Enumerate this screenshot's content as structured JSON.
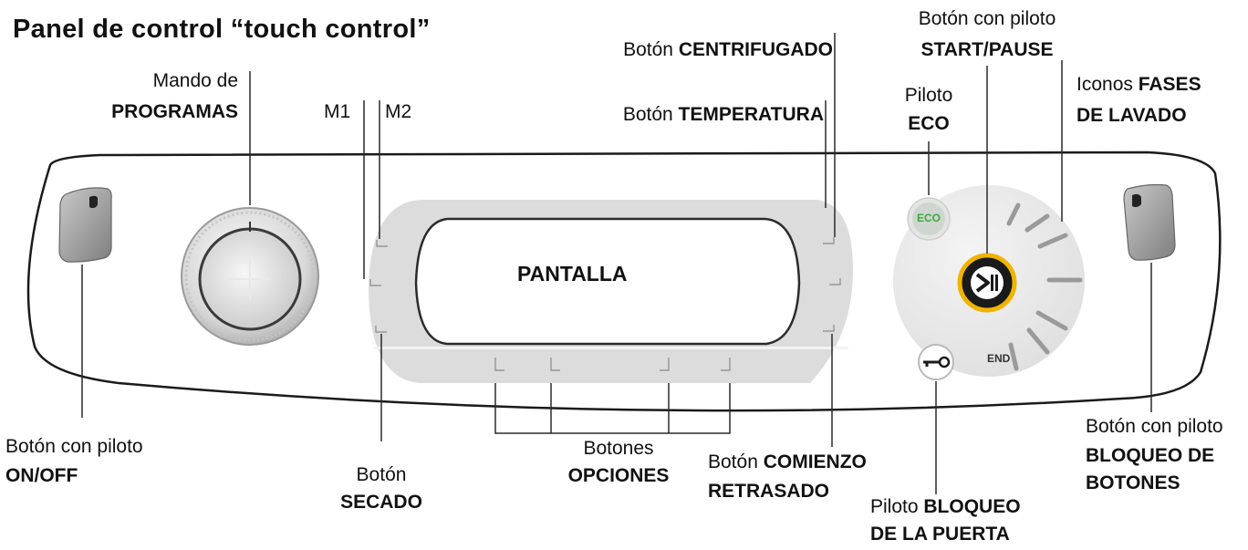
{
  "title": "Panel de control “touch control”",
  "display": {
    "text": "PANTALLA",
    "end_label": "END",
    "eco_label": "ECO"
  },
  "labels": {
    "programas": {
      "line1": "Mando de",
      "line2": "PROGRAMAS"
    },
    "m1": "M1",
    "m2": "M2",
    "centrifugado": {
      "prefix": "Botón ",
      "bold": "CENTRIFUGADO"
    },
    "temperatura": {
      "prefix": "Botón ",
      "bold": "TEMPERATURA"
    },
    "eco": {
      "line1": "Piloto",
      "line2": "ECO"
    },
    "start_pause": {
      "line1": "Botón con piloto",
      "line2": "START/PAUSE"
    },
    "fases": {
      "prefix": "Iconos ",
      "bold1": "FASES",
      "line2": "DE LAVADO"
    },
    "on_off": {
      "line1": "Botón con piloto",
      "line2": "ON/OFF"
    },
    "secado": {
      "line1": "Botón",
      "line2": "SECADO"
    },
    "opciones": {
      "line1": "Botones",
      "line2": "OPCIONES"
    },
    "comienzo": {
      "prefix": "Botón ",
      "bold1": "COMIENZO",
      "line2": "RETRASADO"
    },
    "puerta": {
      "prefix": "Piloto ",
      "bold1": "BLOQUEO",
      "line2": "DE LA PUERTA"
    },
    "bloqueo": {
      "line1": "Botón con piloto",
      "line2": "BLOQUEO DE",
      "line3": "BOTONES"
    }
  },
  "colors": {
    "start_ring": "#f0b400",
    "eco_green": "#3daa3d",
    "panel_outline": "#1a1a1a",
    "display_bg": "#dcdcdc"
  },
  "icons": [
    "on-off-button",
    "program-knob",
    "eco-indicator",
    "start-pause-icon",
    "door-lock-key-icon",
    "wash-phase-bars",
    "button-lock-button"
  ]
}
